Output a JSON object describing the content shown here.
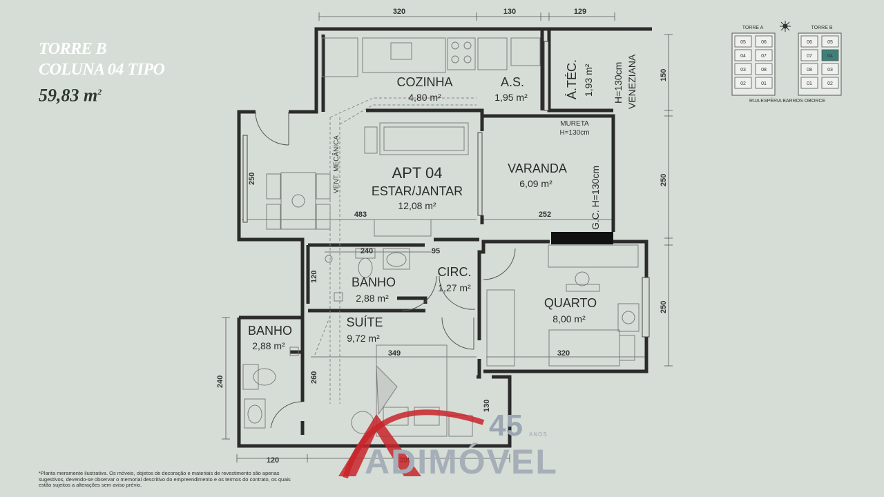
{
  "title": {
    "line1": "TORRE B",
    "line2": "COLUNA 04 TIPO",
    "area": "59,83 m",
    "area_sup": "2"
  },
  "rooms": {
    "cozinha": {
      "name": "COZINHA",
      "area": "4,80 m²"
    },
    "as": {
      "name": "A.S.",
      "area": "1,95 m²"
    },
    "atec": {
      "name": "Á.TÉC.",
      "area": "1,93 m²"
    },
    "apt": {
      "name": "APT 04"
    },
    "estar": {
      "name": "ESTAR/JANTAR",
      "area": "12,08 m²"
    },
    "varanda": {
      "name": "VARANDA",
      "area": "6,09 m²"
    },
    "banho1": {
      "name": "BANHO",
      "area": "2,88 m²"
    },
    "circ": {
      "name": "CIRC.",
      "area": "1,27 m²"
    },
    "quarto": {
      "name": "QUARTO",
      "area": "8,00 m²"
    },
    "suite": {
      "name": "SUÍTE",
      "area": "9,72 m²"
    },
    "banho2": {
      "name": "BANHO",
      "area": "2,88 m²"
    }
  },
  "annotations": {
    "vent": "VENT. MECÂNICA",
    "mureta": "MURETA",
    "mureta_h": "H=130cm",
    "veneziana": "VENEZIANA",
    "veneziana_h": "H=130cm",
    "gc": "G.C. H=130cm"
  },
  "dimensions": {
    "top_320": "320",
    "top_130": "130",
    "top_129": "129",
    "right_150": "150",
    "right_250a": "250",
    "right_250b": "250",
    "left_250": "250",
    "left_120": "120",
    "left_240": "240",
    "left_260": "260",
    "d483": "483",
    "d252": "252",
    "d240": "240",
    "d95": "95",
    "d349": "349",
    "d320": "320",
    "d130": "130",
    "bottom_120": "120",
    "bottom_399": "399"
  },
  "keyplan": {
    "torre_a": "TORRE A",
    "torre_b": "TORRE B",
    "street": "RUA ESPÉRIA BARROS OBORCE",
    "units_a": [
      "05",
      "06",
      "04",
      "07",
      "03",
      "08",
      "02",
      "01"
    ],
    "units_b": [
      "06",
      "05",
      "07",
      "04",
      "08",
      "03",
      "01",
      "02"
    ],
    "highlight": "04",
    "highlight_color": "#3f7f7a"
  },
  "note": "*Planta meramente ilustrativa. Os móveis, objetos de decoração e materiais de revestimento são apenas sugestivos, devendo-se observar o memorial descritivo do empreendimento e os termos do contrato, os quais estão sujeitos a alterações sem aviso prévio.",
  "logo": {
    "text": "ADIMÓVEL",
    "years": "45",
    "years_label": "ANOS",
    "accent": "#c8262c",
    "gray": "#a6afb8"
  }
}
